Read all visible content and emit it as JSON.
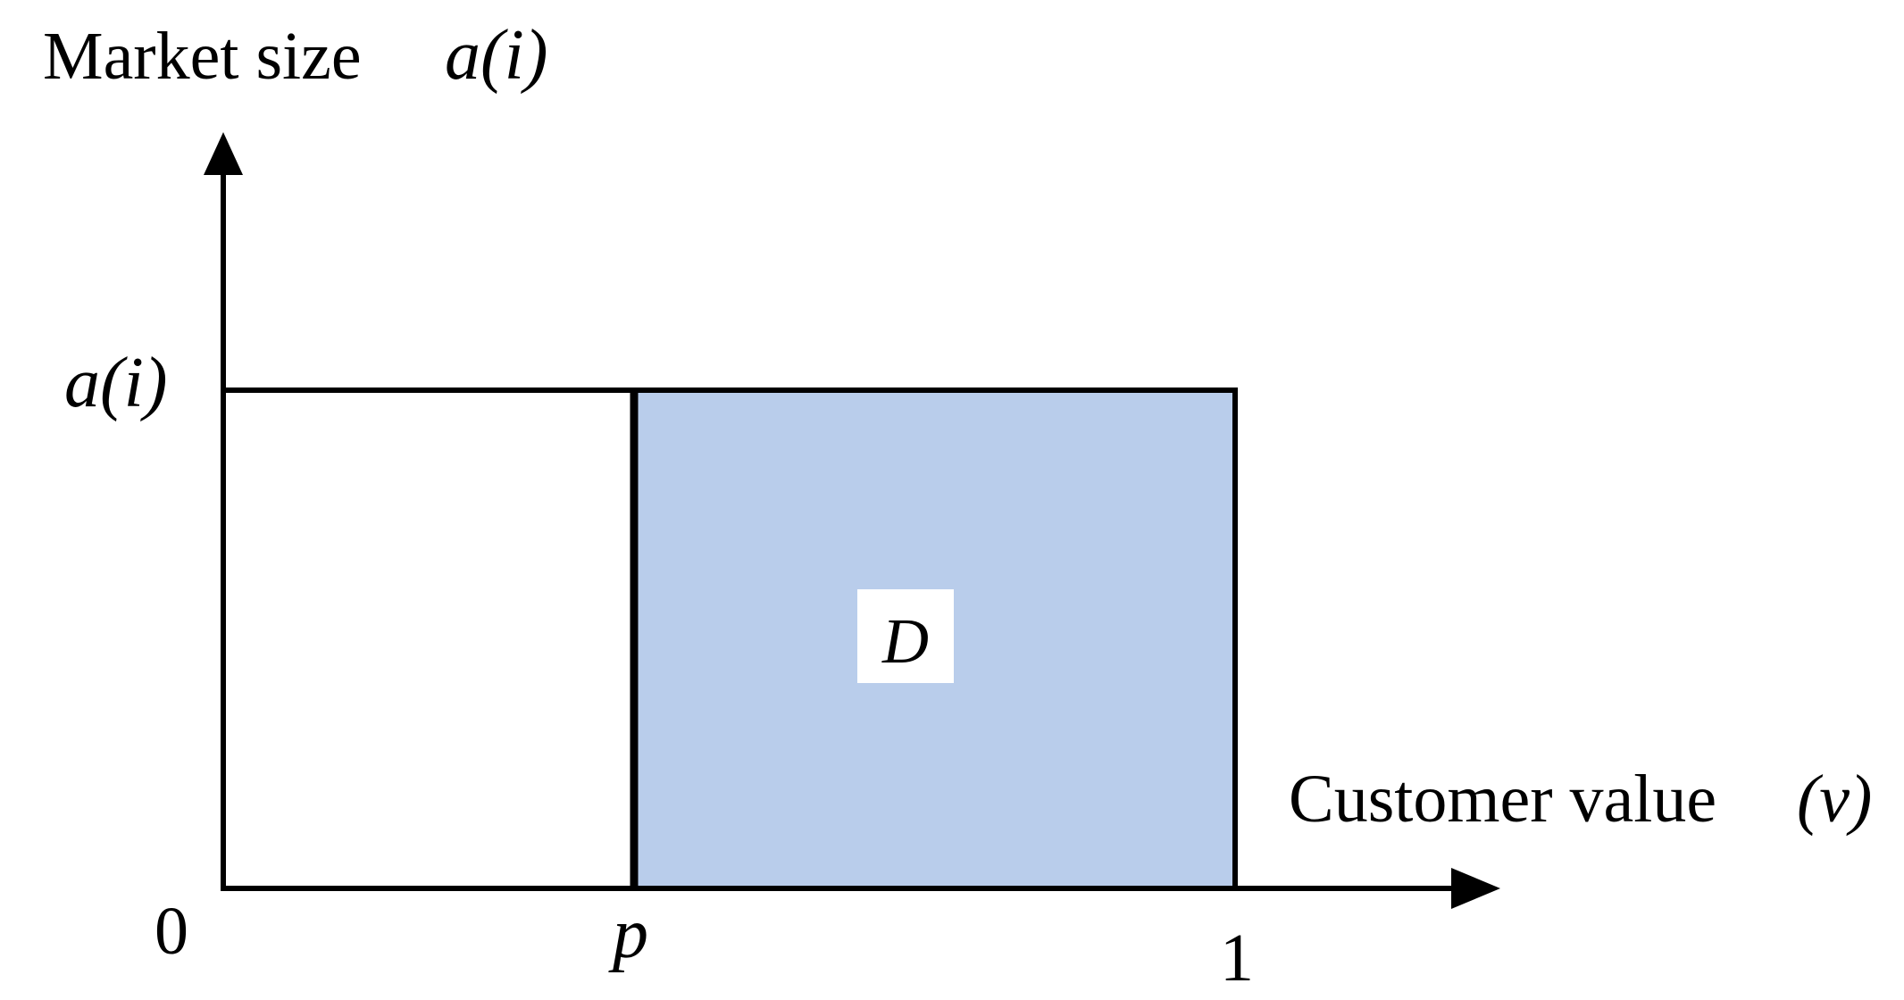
{
  "axes": {
    "y_label_text": "Market size",
    "y_label_math": "a(i)",
    "x_label_text": "Customer value",
    "x_label_math": "(v)"
  },
  "ticks": {
    "origin": "0",
    "p": "p",
    "one": "1",
    "a_i": "a(i)"
  },
  "region_label": "D",
  "colors": {
    "shaded_region": "#b9cdeb",
    "lines": "#000000"
  }
}
